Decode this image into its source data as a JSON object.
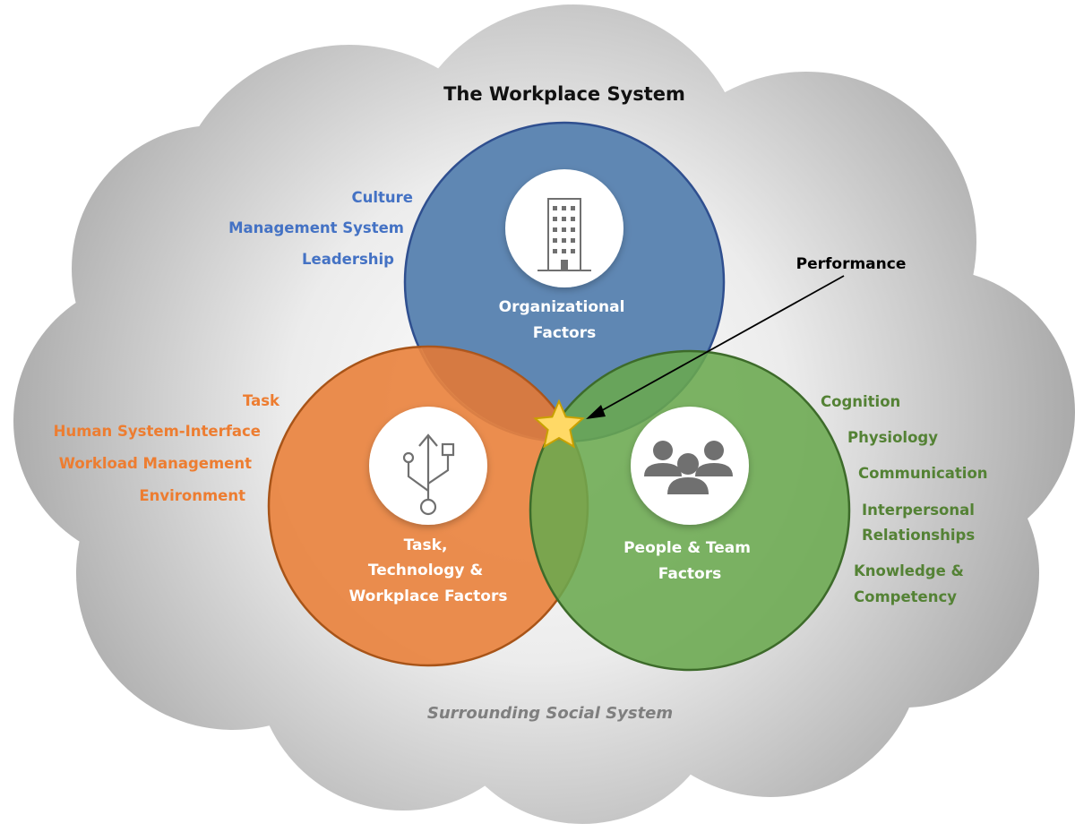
{
  "title": "The Workplace System",
  "footer": "Surrounding Social System",
  "performance_label": "Performance",
  "colors": {
    "organizational": "#5f87b3",
    "task": "#e9833f",
    "people": "#6aa84f",
    "blue_text": "#4472c4",
    "orange_text": "#ed7d31",
    "green_text": "#548235",
    "star": "#ffd966"
  },
  "circles": {
    "organizational": {
      "lines": [
        "Organizational",
        "Factors"
      ],
      "icon": "building-icon"
    },
    "task": {
      "lines": [
        "Task,",
        "Technology &",
        "Workplace Factors"
      ],
      "icon": "usb-icon"
    },
    "people": {
      "lines": [
        "People & Team",
        "Factors"
      ],
      "icon": "people-group-icon"
    }
  },
  "organizational_items": [
    "Culture",
    "Management System",
    "Leadership"
  ],
  "task_items": [
    "Task",
    "Human System-Interface",
    "Workload Management",
    "Environment"
  ],
  "people_items": [
    "Cognition",
    "Physiology",
    "Communication",
    "Interpersonal",
    "Relationships",
    "Knowledge &",
    "Competency"
  ]
}
